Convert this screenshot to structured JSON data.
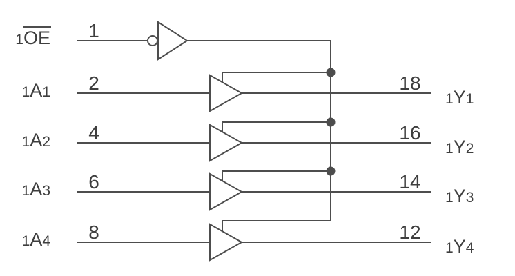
{
  "figure": {
    "background": "#ffffff",
    "line_color": "#4d4d4d",
    "text_color": "#3e3e3e"
  },
  "enable": {
    "label_prefix": "1",
    "label_main": "OE",
    "label_overlined": true,
    "pin": "1"
  },
  "buffers": [
    {
      "input": {
        "prefix": "1",
        "main": "A",
        "sub": "1",
        "pin": "2"
      },
      "output": {
        "pin": "18",
        "prefix": "1",
        "main": "Y",
        "sub": "1"
      }
    },
    {
      "input": {
        "prefix": "1",
        "main": "A",
        "sub": "2",
        "pin": "4"
      },
      "output": {
        "pin": "16",
        "prefix": "1",
        "main": "Y",
        "sub": "2"
      }
    },
    {
      "input": {
        "prefix": "1",
        "main": "A",
        "sub": "3",
        "pin": "6"
      },
      "output": {
        "pin": "14",
        "prefix": "1",
        "main": "Y",
        "sub": "3"
      }
    },
    {
      "input": {
        "prefix": "1",
        "main": "A",
        "sub": "4",
        "pin": "8"
      },
      "output": {
        "pin": "12",
        "prefix": "1",
        "main": "Y",
        "sub": "4"
      }
    }
  ]
}
